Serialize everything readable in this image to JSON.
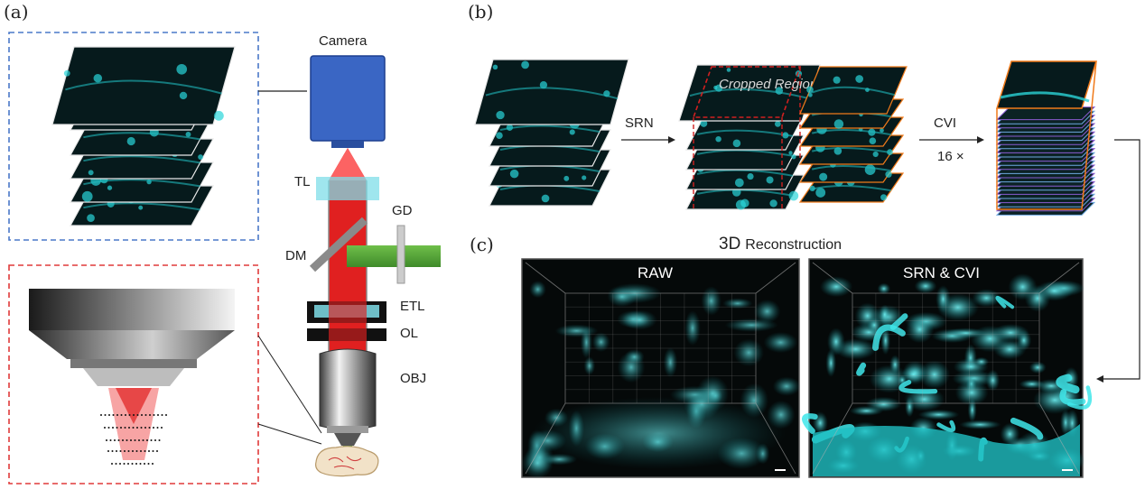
{
  "panels": {
    "a": "(a)",
    "b": "(b)",
    "c": "(c)"
  },
  "setup": {
    "camera": "Camera",
    "tl": "TL",
    "gd": "GD",
    "dm": "DM",
    "etl": "ETL",
    "ol": "OL",
    "obj": "OBJ"
  },
  "pipeline": {
    "srn": "SRN",
    "cropped_region": "Cropped Region",
    "cvi": "CVI",
    "factor": "16 ×"
  },
  "reconstruction": {
    "title_prefix": "3D",
    "title_rest": "Reconstruction",
    "raw": "RAW",
    "enhanced": "SRN & CVI"
  },
  "colors": {
    "blue_box": "#4a78c8",
    "red_box": "#e03a3a",
    "camera": "#3a66c4",
    "laser_red": "#e02020",
    "laser_green": "#5aa83a",
    "lens_cyan": "#7fdde8",
    "cyan_signal": "#22d3d8",
    "orange_stack": "#f07a1a",
    "purple_stack": "#8a5cd0"
  }
}
